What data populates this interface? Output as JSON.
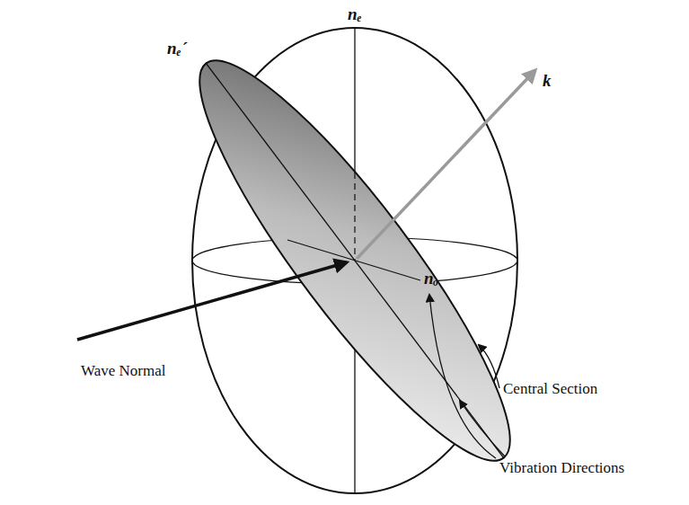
{
  "diagram": {
    "labels": [
      "nₑ",
      "nₑ´",
      "k",
      "nₒ",
      "Central Section",
      "Wave Normal",
      "Vibration Directions"
    ]
  }
}
